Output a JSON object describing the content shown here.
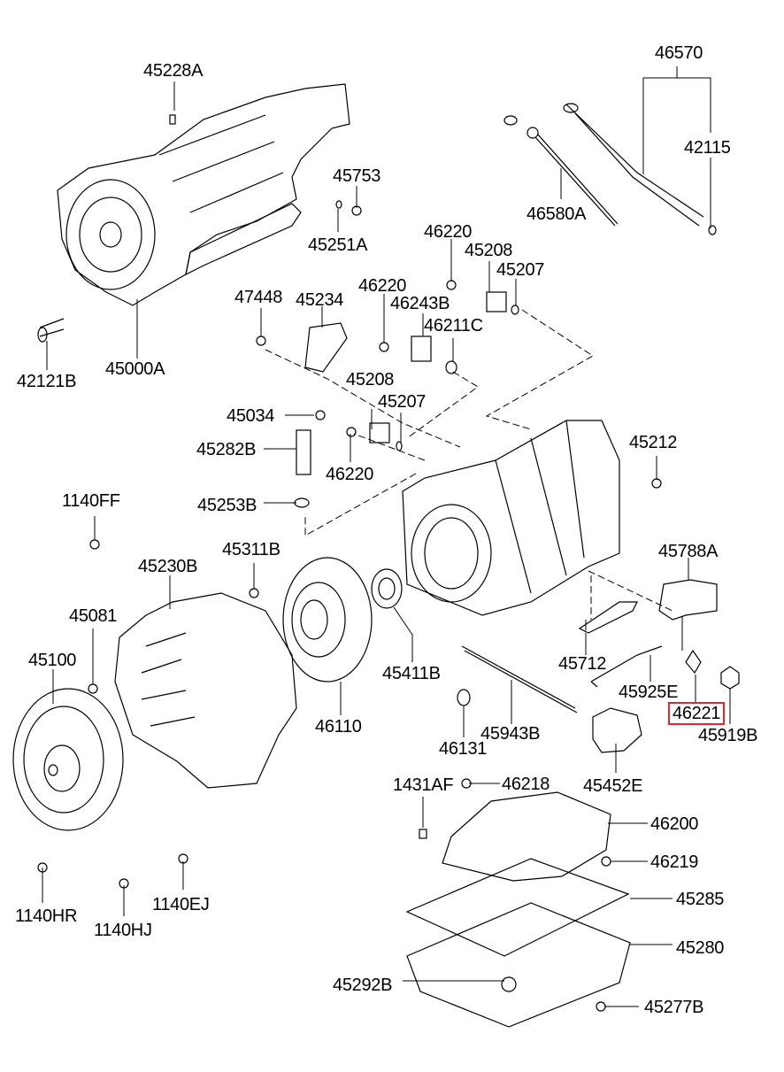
{
  "diagram": {
    "title": "Automatic Transmission Assembly – Exploded Parts View",
    "highlight_color": "#e5262b",
    "highlighted_part": "46221",
    "labels": {
      "p45228A": "45228A",
      "p46570": "46570",
      "p42115": "42115",
      "p45753": "45753",
      "p46580A": "46580A",
      "p45251A": "45251A",
      "p46220a": "46220",
      "p45208a": "45208",
      "p45207a": "45207",
      "p47448": "47448",
      "p45234": "45234",
      "p46220b": "46220",
      "p46243B": "46243B",
      "p46211C": "46211C",
      "p42121B": "42121B",
      "p45000A": "45000A",
      "p45208b": "45208",
      "p45207b": "45207",
      "p45034": "45034",
      "p45282B": "45282B",
      "p46220c": "46220",
      "p45212": "45212",
      "p1140FF": "1140FF",
      "p45253B": "45253B",
      "p45311B": "45311B",
      "p45230B": "45230B",
      "p45788A": "45788A",
      "p45081": "45081",
      "p45100": "45100",
      "p45411B": "45411B",
      "p45712": "45712",
      "p46110": "46110",
      "p45925E": "45925E",
      "p46221": "46221",
      "p45919B": "45919B",
      "p46131": "46131",
      "p45943B": "45943B",
      "p45452E": "45452E",
      "p1431AF": "1431AF",
      "p46218": "46218",
      "p46200": "46200",
      "p46219": "46219",
      "p1140HR": "1140HR",
      "p1140EJ": "1140EJ",
      "p1140HJ": "1140HJ",
      "p45285": "45285",
      "p45280": "45280",
      "p45292B": "45292B",
      "p45277B": "45277B"
    }
  }
}
